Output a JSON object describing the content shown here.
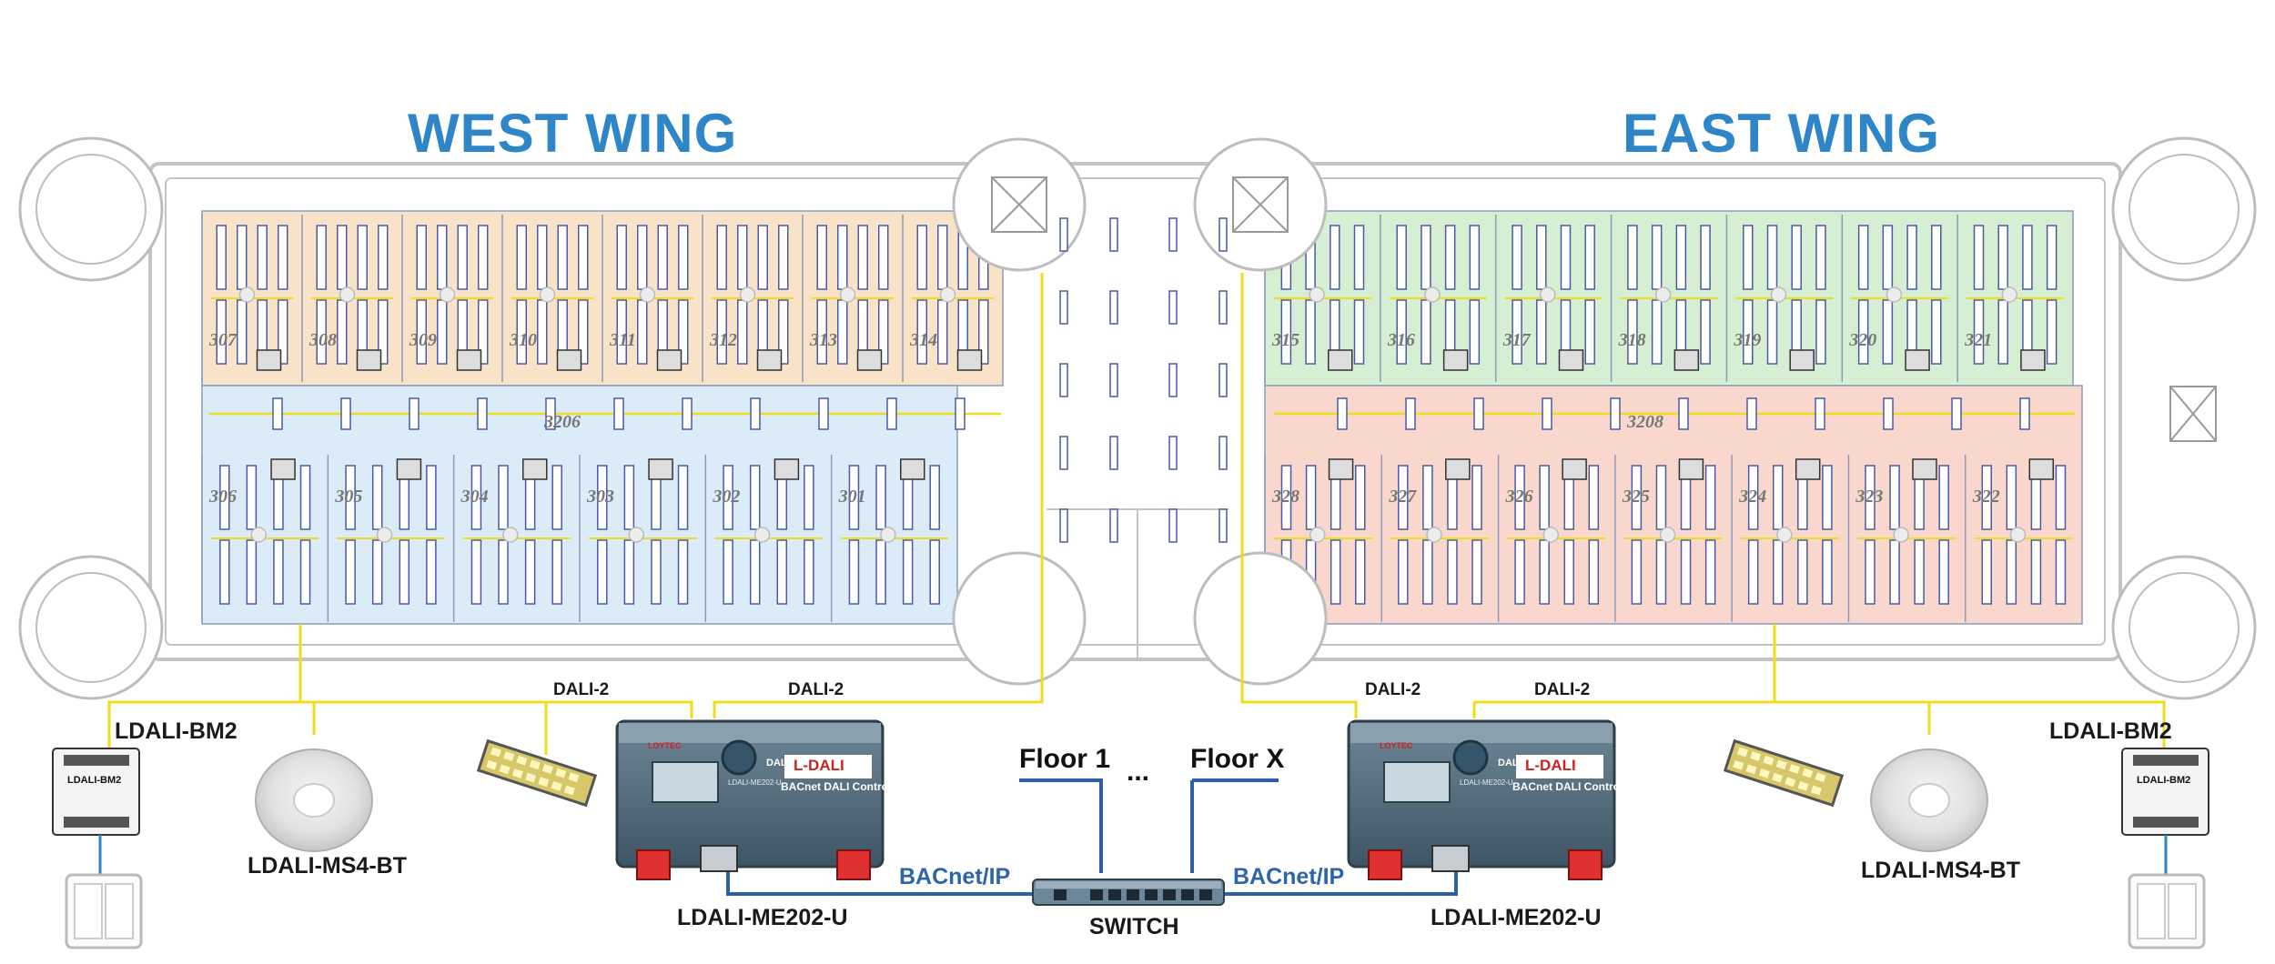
{
  "titles": {
    "west": "WEST WING",
    "east": "EAST WING"
  },
  "rooms": {
    "west_top": [
      "307",
      "308",
      "309",
      "310",
      "311",
      "312",
      "313",
      "314"
    ],
    "west_bottom": [
      "306",
      "305",
      "304",
      "303",
      "302",
      "301"
    ],
    "west_corridor": "3206",
    "east_top": [
      "315",
      "316",
      "317",
      "318",
      "319",
      "320",
      "321"
    ],
    "east_bottom": [
      "328",
      "327",
      "326",
      "325",
      "324",
      "323",
      "322"
    ],
    "east_corridor": "3208"
  },
  "bus": {
    "dali_left_1": "DALI-2",
    "dali_left_2": "DALI-2",
    "dali_right_1": "DALI-2",
    "dali_right_2": "DALI-2"
  },
  "devices": {
    "bm2_left": "LDALI-BM2",
    "bm2_right": "LDALI-BM2",
    "ms4_left": "LDALI-MS4-BT",
    "ms4_right": "LDALI-MS4-BT",
    "controller_left": "LDALI-ME202-U",
    "controller_right": "LDALI-ME202-U",
    "switch": "SWITCH"
  },
  "network": {
    "floor_first": "Floor 1",
    "ellipsis": "...",
    "floor_last": "Floor X",
    "bacnet_left": "BACnet/IP",
    "bacnet_right": "BACnet/IP"
  },
  "controller_panel": {
    "brand": "L-DALI",
    "subtitle": "BACnet DALI Controller",
    "badge": "DALI",
    "model_small": "LDALI-ME202-U",
    "vendor": "LOYTEC"
  },
  "bm2_panel": {
    "name": "LDALI-BM2"
  },
  "colors": {
    "title": "#2e86c8",
    "west_top_zone": "#f9e3c8",
    "west_bottom_zone": "#dcebf8",
    "east_top_zone": "#d6efd2",
    "east_bottom_zone": "#f9d7cc",
    "dali_wire": "#f0dc1e",
    "bacnet_wire": "#2e5ea8",
    "controller_body": "#4f6878",
    "connector": "#e03030"
  }
}
